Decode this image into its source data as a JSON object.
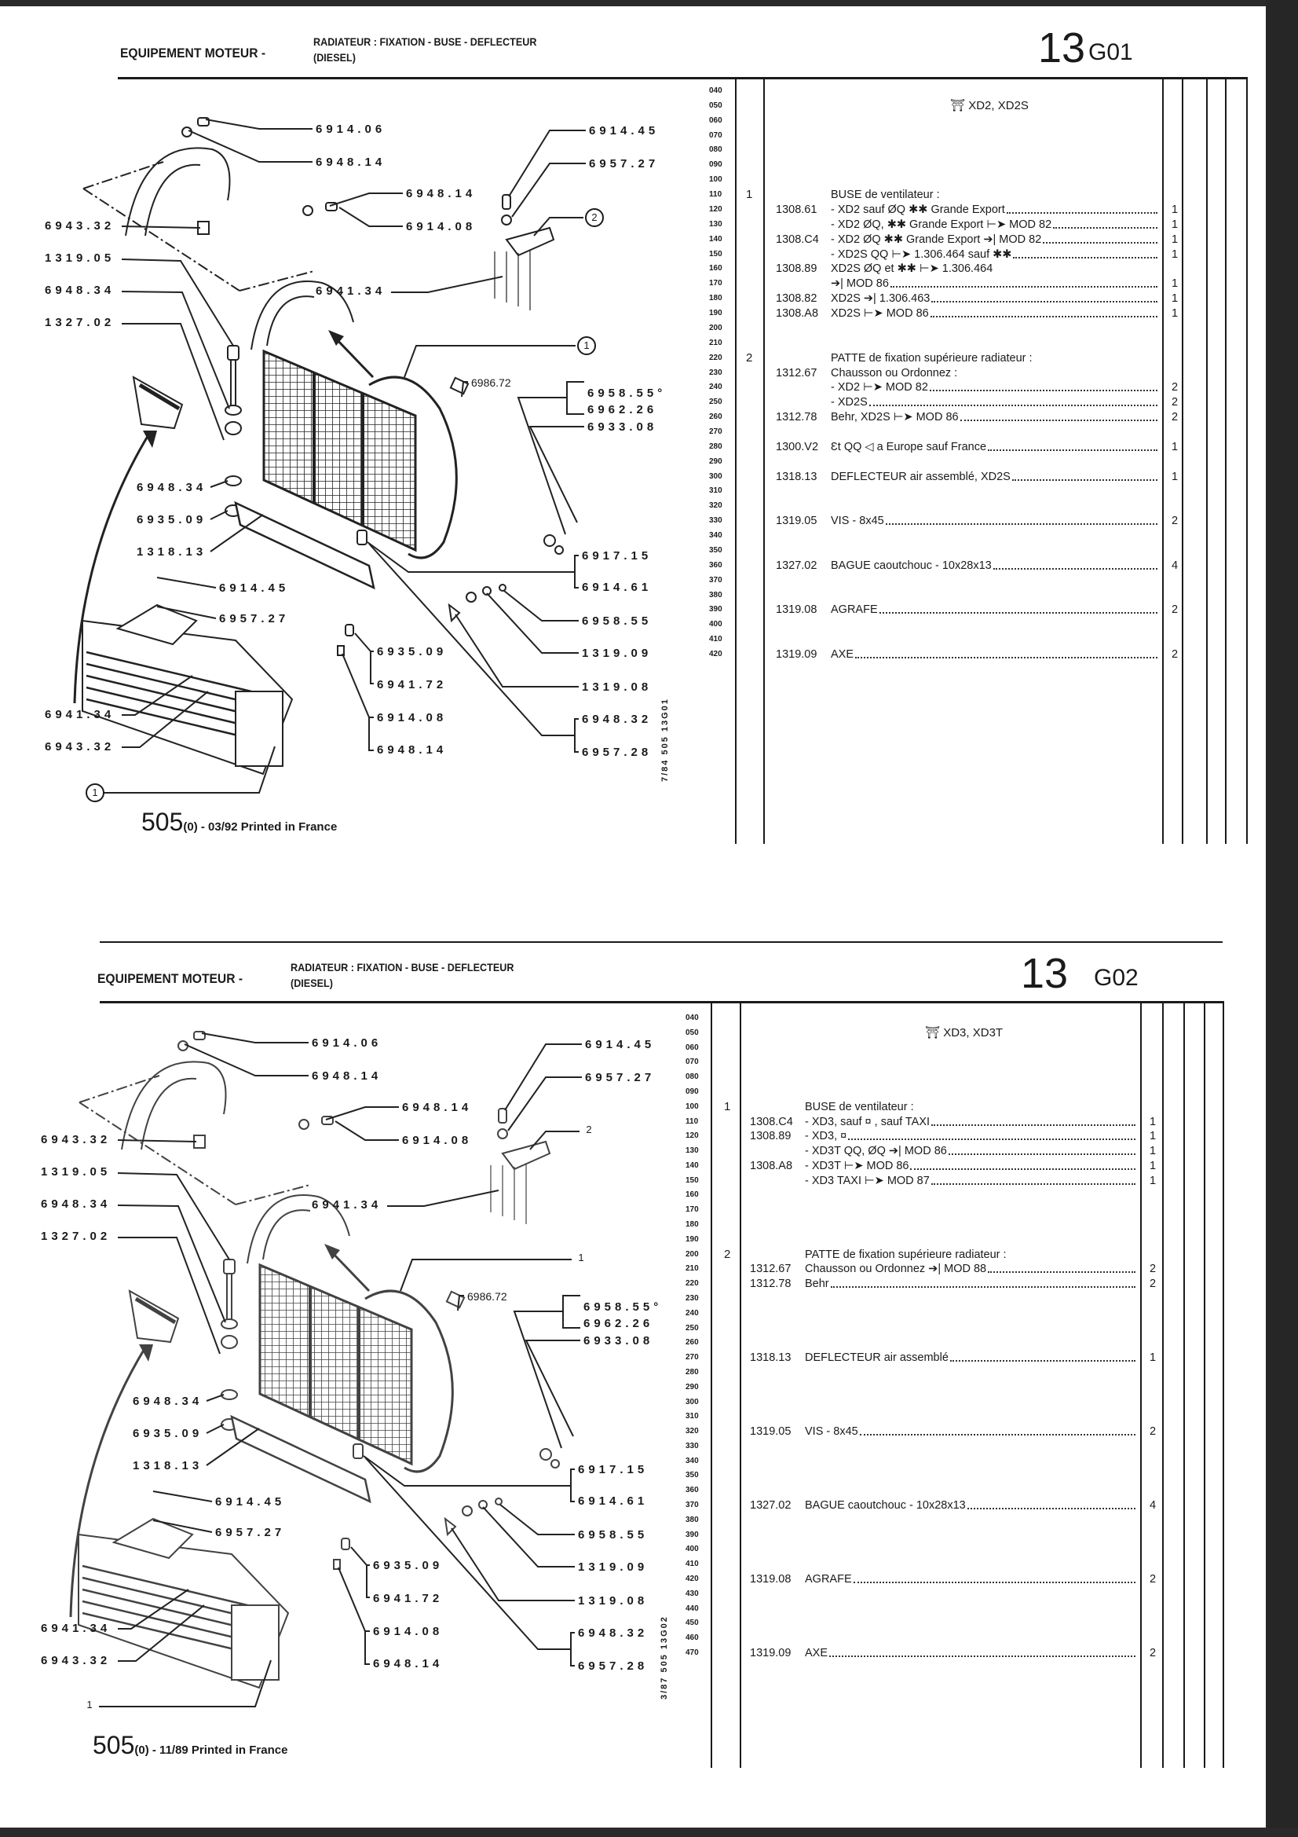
{
  "pages": [
    {
      "header": {
        "section": "EQUIPEMENT MOTEUR -",
        "subtitle_1": "RADIATEUR : FIXATION - BUSE - DEFLECTEUR",
        "subtitle_2": "(DIESEL)",
        "group": "13",
        "code": "G01"
      },
      "models": "XD2, XD2S",
      "line_numbers": [
        "040",
        "050",
        "060",
        "070",
        "080",
        "090",
        "100",
        "110",
        "120",
        "130",
        "140",
        "150",
        "160",
        "170",
        "180",
        "190",
        "200",
        "210",
        "220",
        "230",
        "240",
        "250",
        "260",
        "270",
        "280",
        "290",
        "300",
        "310",
        "320",
        "330",
        "340",
        "350",
        "360",
        "370",
        "380",
        "390",
        "400",
        "410",
        "420"
      ],
      "rows": [
        {
          "line": "110",
          "ref": "1",
          "part": "",
          "desc": "BUSE de ventilateur :",
          "qty": ""
        },
        {
          "line": "120",
          "ref": "",
          "part": "1308.61",
          "desc": "- XD2 sauf ØQ ✱✱ Grande Export",
          "qty": "1"
        },
        {
          "line": "130",
          "ref": "",
          "part": "",
          "desc": "- XD2 ØQ, ✱✱ Grande Export ⊢➤ MOD 82",
          "qty": "1"
        },
        {
          "line": "140",
          "ref": "",
          "part": "1308.C4",
          "desc": "- XD2 ØQ ✱✱ Grande Export ➔| MOD 82",
          "qty": "1"
        },
        {
          "line": "150",
          "ref": "",
          "part": "",
          "desc": "- XD2S QQ ⊢➤ 1.306.464 sauf ✱✱",
          "qty": "1"
        },
        {
          "line": "160",
          "ref": "",
          "part": "1308.89",
          "desc": "XD2S ØQ et ✱✱ ⊢➤ 1.306.464",
          "qty": ""
        },
        {
          "line": "170",
          "ref": "",
          "part": "",
          "desc": "➔| MOD 86",
          "qty": "1"
        },
        {
          "line": "180",
          "ref": "",
          "part": "1308.82",
          "desc": "XD2S ➔| 1.306.463",
          "qty": "1"
        },
        {
          "line": "190",
          "ref": "",
          "part": "1308.A8",
          "desc": "XD2S ⊢➤ MOD 86",
          "qty": "1"
        },
        {
          "line": "220",
          "ref": "2",
          "part": "",
          "desc": "PATTE de fixation supérieure radiateur :",
          "qty": ""
        },
        {
          "line": "230",
          "ref": "",
          "part": "1312.67",
          "desc": "Chausson ou Ordonnez :",
          "qty": ""
        },
        {
          "line": "240",
          "ref": "",
          "part": "",
          "desc": "- XD2 ⊢➤ MOD 82",
          "qty": "2"
        },
        {
          "line": "250",
          "ref": "",
          "part": "",
          "desc": "- XD2S",
          "qty": "2"
        },
        {
          "line": "260",
          "ref": "",
          "part": "1312.78",
          "desc": "Behr, XD2S ⊢➤ MOD 86",
          "qty": "2"
        },
        {
          "line": "280",
          "ref": "",
          "part": "1300.V2",
          "desc": "Ɛt QQ ◁ a Europe sauf France",
          "qty": "1"
        },
        {
          "line": "300",
          "ref": "",
          "part": "1318.13",
          "desc": "DEFLECTEUR air assemblé, XD2S",
          "qty": "1"
        },
        {
          "line": "330",
          "ref": "",
          "part": "1319.05",
          "desc": "VIS - 8x45",
          "qty": "2"
        },
        {
          "line": "360",
          "ref": "",
          "part": "1327.02",
          "desc": "BAGUE caoutchouc - 10x28x13",
          "qty": "4"
        },
        {
          "line": "390",
          "ref": "",
          "part": "1319.08",
          "desc": "AGRAFE",
          "qty": "2"
        },
        {
          "line": "420",
          "ref": "",
          "part": "1319.09",
          "desc": "AXE",
          "qty": "2"
        }
      ],
      "diagram": {
        "labels": [
          "6914.06",
          "6948.14",
          "6914.45",
          "6957.27",
          "6948.14",
          "6914.08",
          "6943.32",
          "1319.05",
          "6948.34",
          "1327.02",
          "6941.34",
          "6986.72",
          "6958.55°",
          "6962.26",
          "6933.08",
          "6948.34",
          "6935.09",
          "1318.13",
          "6914.45",
          "6957.27",
          "6917.15",
          "6914.61",
          "6958.55",
          "1319.09",
          "1319.08",
          "6948.32",
          "6957.28",
          "6935.09",
          "6941.72",
          "6914.08",
          "6948.14",
          "6941.34",
          "6943.32"
        ],
        "callouts": [
          "1",
          "1",
          "2"
        ]
      },
      "side_code": "7/84  505  13G01",
      "footer": {
        "model": "505",
        "rest": "(0) - 03/92 Printed in France"
      }
    },
    {
      "header": {
        "section": "EQUIPEMENT MOTEUR -",
        "subtitle_1": "RADIATEUR : FIXATION - BUSE - DEFLECTEUR",
        "subtitle_2": "(DIESEL)",
        "group": "13",
        "code": "G02"
      },
      "models": "XD3, XD3T",
      "line_numbers": [
        "040",
        "050",
        "060",
        "070",
        "080",
        "090",
        "100",
        "110",
        "120",
        "130",
        "140",
        "150",
        "160",
        "170",
        "180",
        "190",
        "200",
        "210",
        "220",
        "230",
        "240",
        "250",
        "260",
        "270",
        "280",
        "290",
        "300",
        "310",
        "320",
        "330",
        "340",
        "350",
        "360",
        "370",
        "380",
        "390",
        "400",
        "410",
        "420",
        "430",
        "440",
        "450",
        "460",
        "470"
      ],
      "rows": [
        {
          "line": "100",
          "ref": "1",
          "part": "",
          "desc": "BUSE de ventilateur :",
          "qty": ""
        },
        {
          "line": "110",
          "ref": "",
          "part": "1308.C4",
          "desc": "- XD3, sauf ¤ , sauf TAXI",
          "qty": "1"
        },
        {
          "line": "120",
          "ref": "",
          "part": "1308.89",
          "desc": "- XD3, ¤",
          "qty": "1"
        },
        {
          "line": "130",
          "ref": "",
          "part": "",
          "desc": "- XD3T QQ, ØQ ➔| MOD 86",
          "qty": "1"
        },
        {
          "line": "140",
          "ref": "",
          "part": "1308.A8",
          "desc": "- XD3T ⊢➤ MOD 86",
          "qty": "1"
        },
        {
          "line": "150",
          "ref": "",
          "part": "",
          "desc": "- XD3 TAXI ⊢➤ MOD 87",
          "qty": "1"
        },
        {
          "line": "200",
          "ref": "2",
          "part": "",
          "desc": "PATTE de fixation supérieure radiateur :",
          "qty": ""
        },
        {
          "line": "210",
          "ref": "",
          "part": "1312.67",
          "desc": "Chausson ou Ordonnez ➔| MOD 88",
          "qty": "2"
        },
        {
          "line": "220",
          "ref": "",
          "part": "1312.78",
          "desc": "Behr",
          "qty": "2"
        },
        {
          "line": "270",
          "ref": "",
          "part": "1318.13",
          "desc": "DEFLECTEUR air assemblé",
          "qty": "1"
        },
        {
          "line": "320",
          "ref": "",
          "part": "1319.05",
          "desc": "VIS - 8x45",
          "qty": "2"
        },
        {
          "line": "370",
          "ref": "",
          "part": "1327.02",
          "desc": "BAGUE caoutchouc - 10x28x13",
          "qty": "4"
        },
        {
          "line": "420",
          "ref": "",
          "part": "1319.08",
          "desc": "AGRAFE",
          "qty": "2"
        },
        {
          "line": "470",
          "ref": "",
          "part": "1319.09",
          "desc": "AXE",
          "qty": "2"
        }
      ],
      "diagram": {
        "labels": [
          "6914.06",
          "6948.14",
          "6914.45",
          "6957.27",
          "6948.14",
          "6914.08",
          "6943.32",
          "1319.05",
          "6948.34",
          "1327.02",
          "6941.34",
          "6986.72",
          "6958.55°",
          "6962.26",
          "6933.08",
          "6948.34",
          "6935.09",
          "1318.13",
          "6914.45",
          "6957.27",
          "6917.15",
          "6914.61",
          "6958.55",
          "1319.09",
          "1319.08",
          "6948.32",
          "6957.28",
          "6935.09",
          "6941.72",
          "6914.08",
          "6948.14",
          "6941.34",
          "6943.32"
        ],
        "callouts": [
          "1",
          "1",
          "2"
        ]
      },
      "side_code": "3/87  505  13G02",
      "footer": {
        "model": "505",
        "rest": "(0) - 11/89 Printed in France"
      }
    }
  ]
}
